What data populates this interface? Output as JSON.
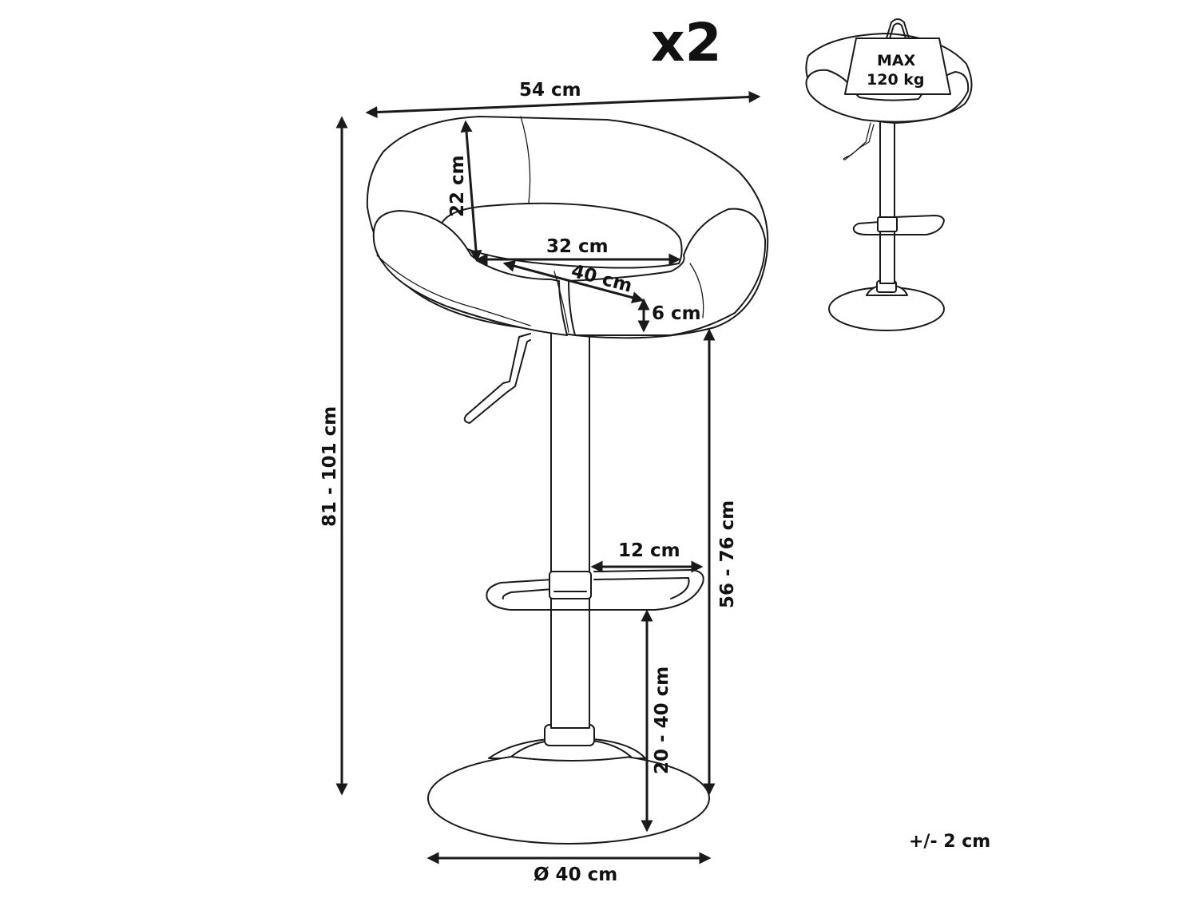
{
  "quantity": "x2",
  "tolerance": "+/- 2 cm",
  "max_load": {
    "label": "MAX",
    "value": "120 kg"
  },
  "dimensions": {
    "seat_width": "54 cm",
    "total_height": "81 - 101 cm",
    "back_height": "22 cm",
    "seat_inner_width": "32 cm",
    "seat_depth": "40 cm",
    "seat_thickness": "6 cm",
    "seat_height": "56 - 76 cm",
    "footrest_depth": "12 cm",
    "footrest_height": "20 - 40 cm",
    "base_diameter": "Ø 40 cm"
  }
}
